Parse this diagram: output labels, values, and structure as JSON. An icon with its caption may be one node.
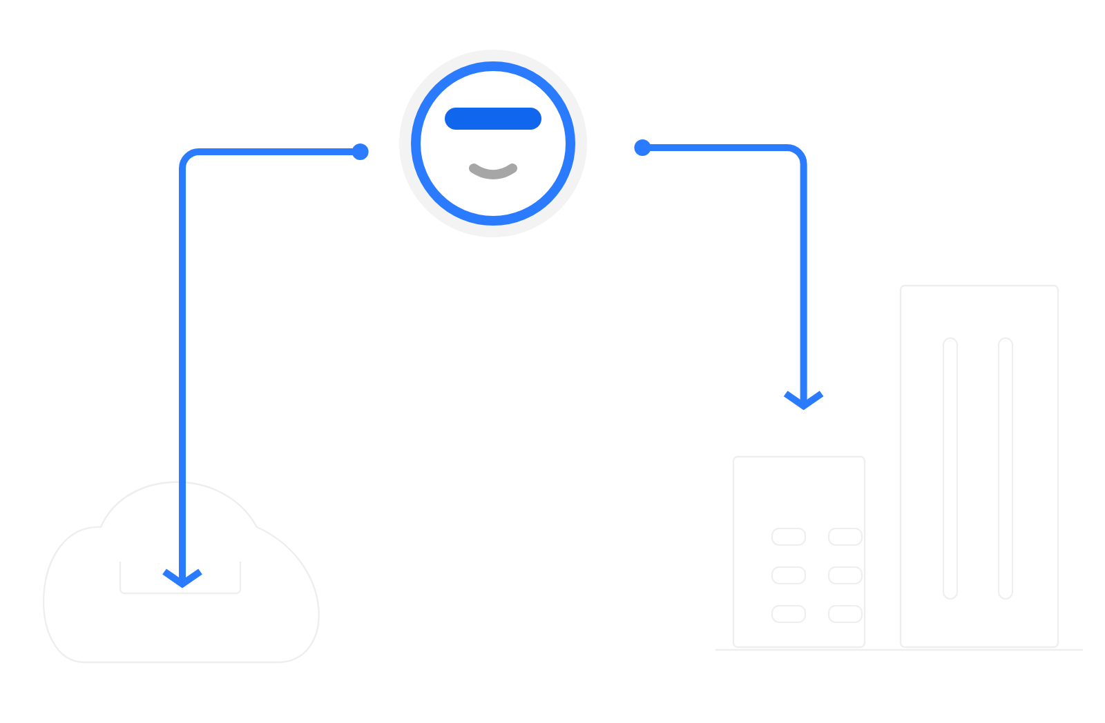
{
  "diagram": {
    "nodes": [
      {
        "text": [],
        "shape": "circle"
      },
      {
        "text": [],
        "shape": "cloud"
      },
      {
        "text": [],
        "shape": "building"
      }
    ],
    "edges": [
      {
        "from": 0,
        "to": 1,
        "arrow": "to"
      },
      {
        "from": 0,
        "to": 2,
        "arrow": "to"
      }
    ]
  }
}
